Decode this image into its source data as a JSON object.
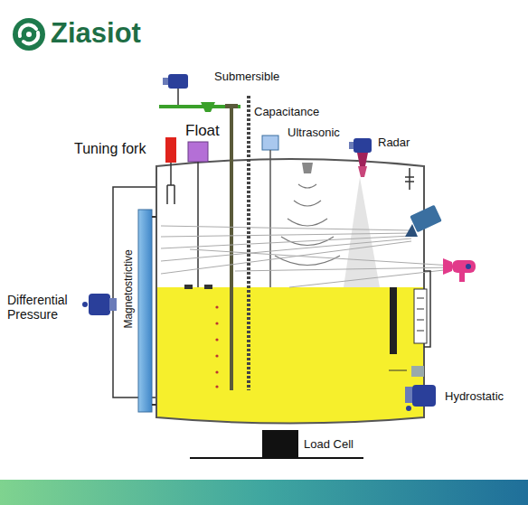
{
  "diagram": {
    "labels": [
      "Ziasiot",
      "Submersible",
      "Capacitance",
      "Tuning fork",
      "Float",
      "Ultrasonic",
      "Radar",
      "Differential Pressure",
      "Magnetostrictive",
      "Hydrostatic",
      "Load Cell"
    ]
  }
}
